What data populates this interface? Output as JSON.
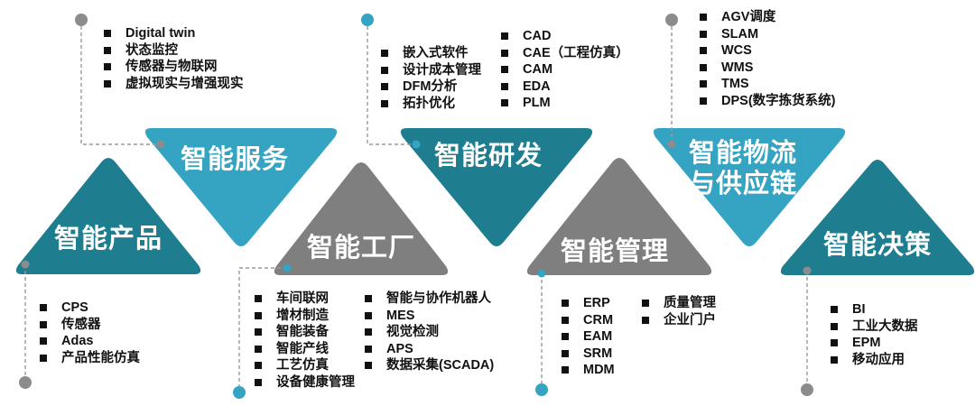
{
  "colors": {
    "teal": "#1e7e90",
    "light_blue": "#34a4c2",
    "gray": "#7f7f7f",
    "dot_gray": "#8c8c8c"
  },
  "categories": {
    "product": {
      "label": "智能产品",
      "items": [
        "CPS",
        "传感器",
        "Adas",
        "产品性能仿真"
      ]
    },
    "service": {
      "label": "智能服务",
      "items": [
        "Digital twin",
        "状态监控",
        "传感器与物联网",
        "虚拟现实与增强现实"
      ]
    },
    "factory": {
      "label": "智能工厂",
      "items_col1": [
        "车间联网",
        "增材制造",
        "智能装备",
        "智能产线",
        "工艺仿真",
        "设备健康管理"
      ],
      "items_col2": [
        "智能与协作机器人",
        "MES",
        "视觉检测",
        "APS",
        "数据采集(SCADA)"
      ]
    },
    "rnd": {
      "label": "智能研发",
      "items_col1": [
        "嵌入式软件",
        "设计成本管理",
        "DFM分析",
        "拓扑优化"
      ],
      "items_col2": [
        "CAD",
        "CAE（工程仿真）",
        "CAM",
        "EDA",
        "PLM"
      ]
    },
    "management": {
      "label": "智能管理",
      "items_col1": [
        "ERP",
        "CRM",
        "EAM",
        "SRM",
        "MDM"
      ],
      "items_col2": [
        "质量管理",
        "企业门户"
      ]
    },
    "logistics": {
      "label_line1": "智能物流",
      "label_line2": "与供应链",
      "items": [
        "AGV调度",
        "SLAM",
        "WCS",
        "WMS",
        "TMS",
        "DPS(数字拣货系统)"
      ]
    },
    "decision": {
      "label": "智能决策",
      "items": [
        "BI",
        "工业大数据",
        "EPM",
        "移动应用"
      ]
    }
  }
}
